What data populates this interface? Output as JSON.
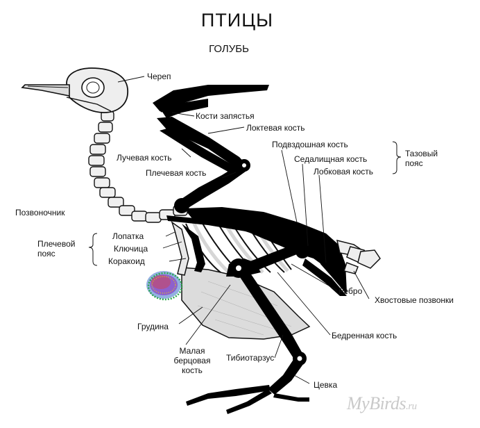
{
  "title": "ПТИЦЫ",
  "subtitle": "ГОЛУБЬ",
  "labels": {
    "skull": "Череп",
    "carpals": "Кости запястья",
    "ulna": "Локтевая кость",
    "radius": "Лучевая кость",
    "humerus": "Плечевая кость",
    "spine": "Позвоночник",
    "shoulder_girdle": "Плечевой пояс",
    "scapula": "Лопатка",
    "clavicle": "Ключица",
    "coracoid": "Коракоид",
    "sternum": "Грудина",
    "fibula": "Малая берцовая кость",
    "tibiotarsus": "Тибиотарзус",
    "tarsus": "Цевка",
    "femur": "Бедренная кость",
    "rib": "Ребро",
    "tail_vertebrae": "Хвостовые позвонки",
    "ilium": "Подвздошная кость",
    "ischium": "Седалищная кость",
    "pubis": "Лобковая кость",
    "pelvic_girdle": "Тазовый пояс"
  },
  "watermark": {
    "main": "MyBirds",
    "suffix": ".ru"
  },
  "colors": {
    "bone_dark": "#000000",
    "bone_light": "#e6e6e6",
    "sternum_fill": "#d9d9d9",
    "watermark": "#c9c9c9"
  }
}
